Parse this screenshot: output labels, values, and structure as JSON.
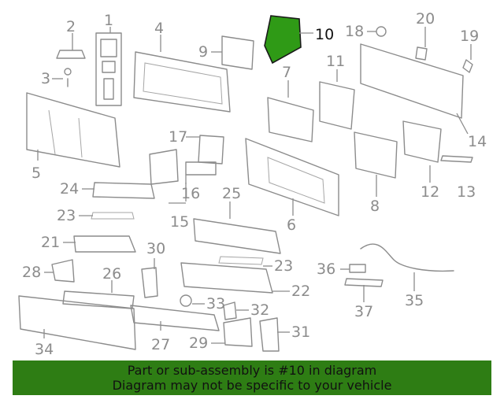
{
  "diagram": {
    "highlight_callout": "10",
    "callouts": [
      "1",
      "2",
      "3",
      "4",
      "5",
      "6",
      "7",
      "8",
      "9",
      "10",
      "11",
      "12",
      "13",
      "14",
      "15",
      "16",
      "17",
      "18",
      "19",
      "20",
      "21",
      "22",
      "23",
      "23",
      "24",
      "25",
      "26",
      "27",
      "28",
      "29",
      "30",
      "31",
      "32",
      "33",
      "34",
      "35",
      "36",
      "37"
    ]
  },
  "banner": {
    "line1": "Part or sub-assembly is #10 in diagram",
    "line2": "Diagram may not be specific to your vehicle"
  },
  "colors": {
    "highlight": "#2f9a16",
    "banner": "#2e7d14",
    "lines": "#8c8c8c"
  }
}
